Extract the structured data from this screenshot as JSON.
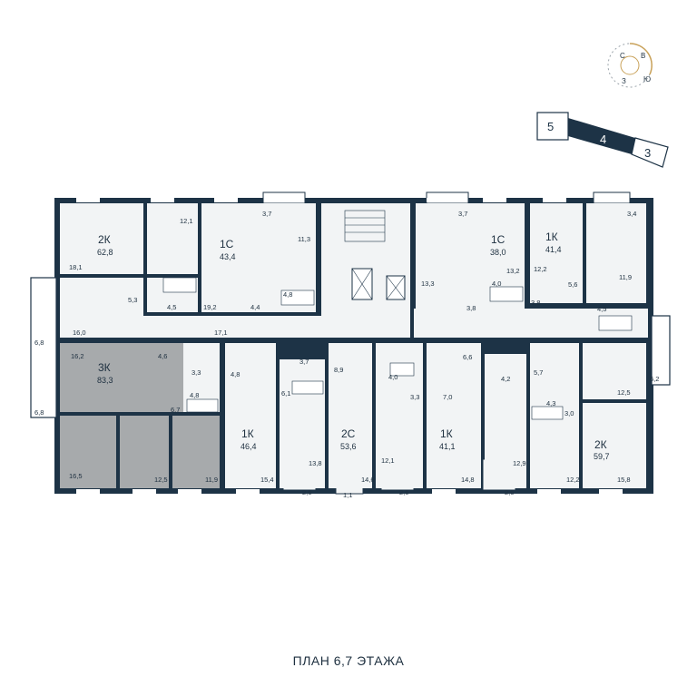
{
  "caption": "ПЛАН 6,7 ЭТАЖА",
  "colors": {
    "wall": "#1d3346",
    "room": "#f2f4f5",
    "highlight": "#a7aaac",
    "accent": "#c9a25a",
    "text": "#1d2f3f"
  },
  "compass": {
    "north": "С",
    "east": "В",
    "south": "Ю",
    "west": "З"
  },
  "sections": {
    "s5": "5",
    "s4": "4",
    "s3": "3",
    "current": "4"
  },
  "units": [
    {
      "type": "2К",
      "area": "62,8"
    },
    {
      "type": "1С",
      "area": "43,4"
    },
    {
      "type": "1С",
      "area": "38,0"
    },
    {
      "type": "1К",
      "area": "41,4"
    },
    {
      "type": "3К",
      "area": "83,3",
      "highlighted": true
    },
    {
      "type": "1К",
      "area": "46,4"
    },
    {
      "type": "2С",
      "area": "53,6"
    },
    {
      "type": "1К",
      "area": "41,1"
    },
    {
      "type": "2К",
      "area": "59,7"
    }
  ],
  "rooms": [
    "18,1",
    "12,1",
    "5,3",
    "4,5",
    "19,2",
    "11,3",
    "3,7",
    "4,4",
    "4,8",
    "6,8",
    "16,0",
    "17,1",
    "13,3",
    "3,7",
    "13,2",
    "4,0",
    "3,8",
    "3,8",
    "12,2",
    "3,4",
    "11,9",
    "5,6",
    "4,5",
    "16,2",
    "4,6",
    "3,3",
    "4,8",
    "6,7",
    "6,8",
    "16,5",
    "12,5",
    "11,9",
    "4,8",
    "3,7",
    "8,9",
    "4,0",
    "6,6",
    "4,2",
    "5,7",
    "6,2",
    "6,1",
    "3,3",
    "7,0",
    "4,3",
    "3,0",
    "12,5",
    "13,8",
    "12,1",
    "12,9",
    "15,4",
    "14,6",
    "14,8",
    "12,2",
    "15,8",
    "2,6",
    "1,1",
    "2,6",
    "2,6"
  ]
}
